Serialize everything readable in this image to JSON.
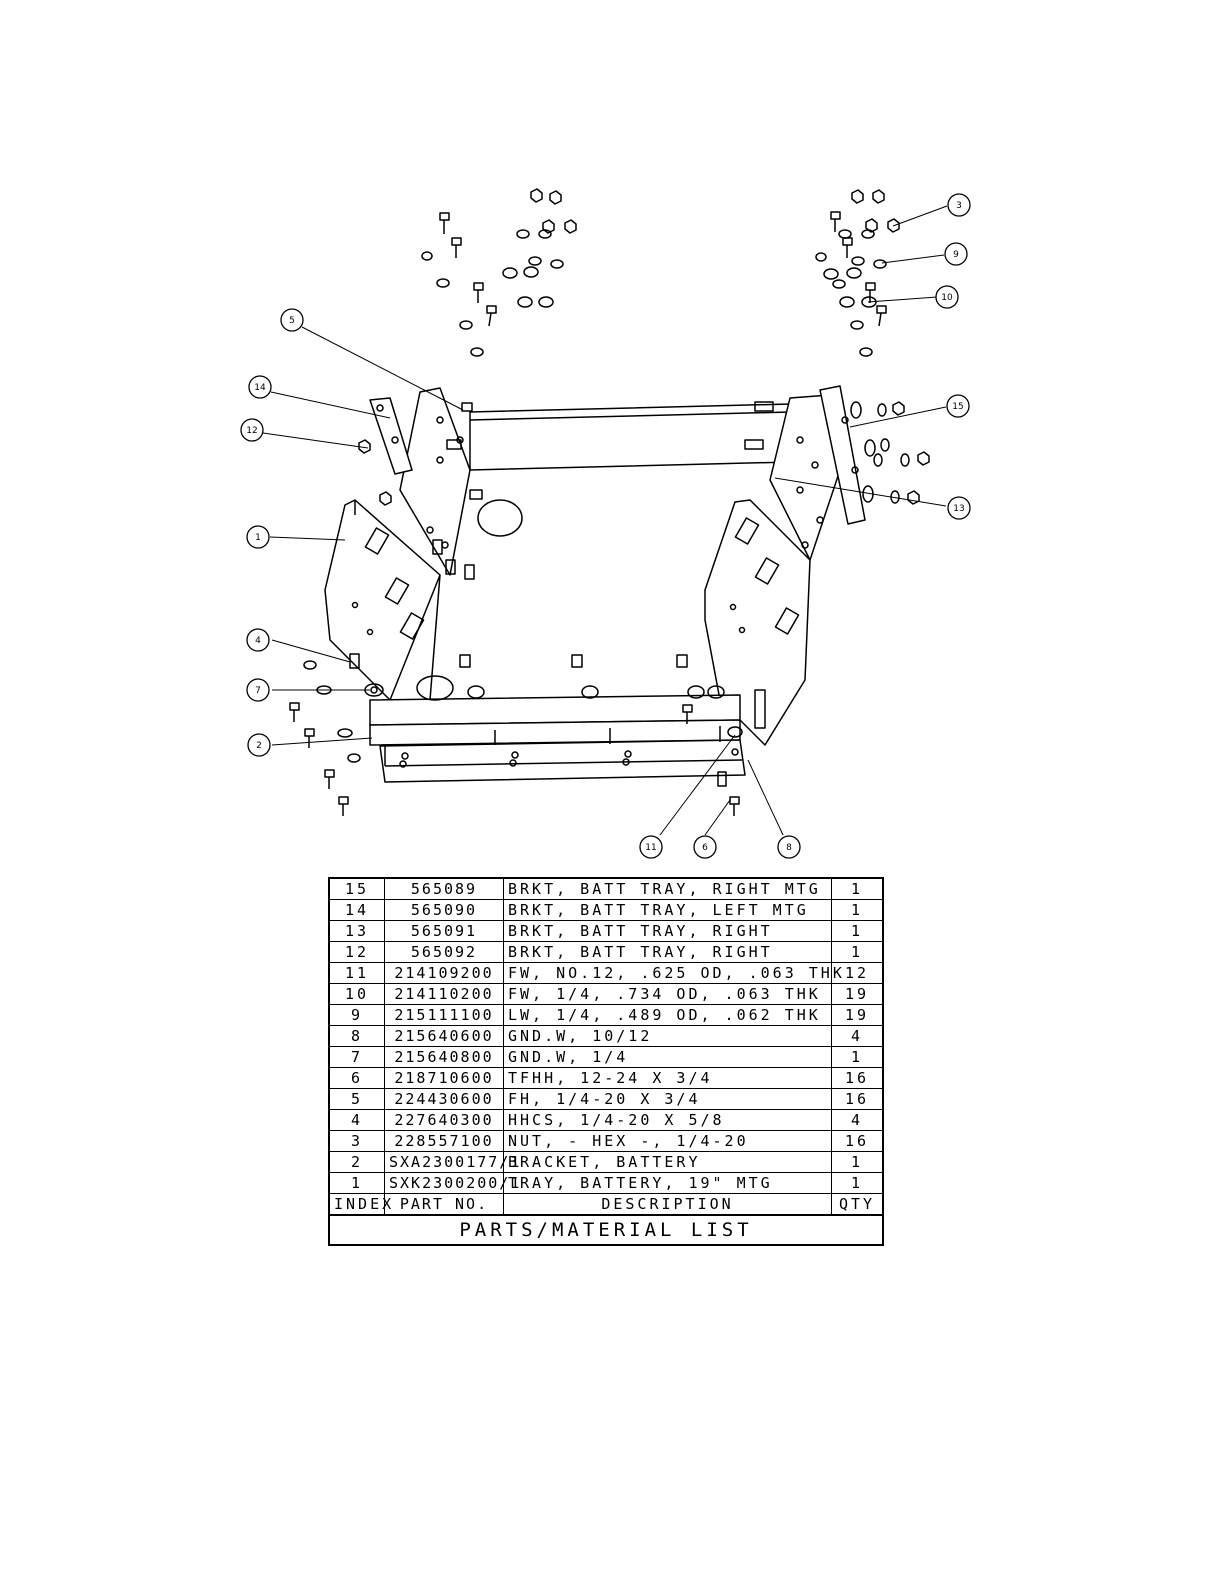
{
  "balloons": [
    "1",
    "2",
    "3",
    "4",
    "5",
    "6",
    "7",
    "8",
    "9",
    "10",
    "11",
    "12",
    "13",
    "14",
    "15"
  ],
  "parts_list": {
    "title": "PARTS/MATERIAL LIST",
    "headers": {
      "index": "INDEX",
      "part_no": "PART NO.",
      "description": "DESCRIPTION",
      "qty": "QTY"
    },
    "rows": [
      {
        "index": "15",
        "part_no": "565089",
        "description": "BRKT, BATT TRAY, RIGHT MTG",
        "qty": "1"
      },
      {
        "index": "14",
        "part_no": "565090",
        "description": "BRKT, BATT TRAY, LEFT MTG",
        "qty": "1"
      },
      {
        "index": "13",
        "part_no": "565091",
        "description": "BRKT, BATT TRAY, RIGHT",
        "qty": "1"
      },
      {
        "index": "12",
        "part_no": "565092",
        "description": "BRKT, BATT TRAY, RIGHT",
        "qty": "1"
      },
      {
        "index": "11",
        "part_no": "214109200",
        "description": "FW, NO.12, .625 OD, .063 THK",
        "qty": "12"
      },
      {
        "index": "10",
        "part_no": "214110200",
        "description": "FW, 1/4, .734 OD, .063 THK",
        "qty": "19"
      },
      {
        "index": "9",
        "part_no": "215111100",
        "description": "LW, 1/4, .489 OD, .062 THK",
        "qty": "19"
      },
      {
        "index": "8",
        "part_no": "215640600",
        "description": "GND.W, 10/12",
        "qty": "4"
      },
      {
        "index": "7",
        "part_no": "215640800",
        "description": "GND.W, 1/4",
        "qty": "1"
      },
      {
        "index": "6",
        "part_no": "218710600",
        "description": "TFHH, 12-24 X 3/4",
        "qty": "16"
      },
      {
        "index": "5",
        "part_no": "224430600",
        "description": "FH, 1/4-20 X 3/4",
        "qty": "16"
      },
      {
        "index": "4",
        "part_no": "227640300",
        "description": "HHCS, 1/4-20 X 5/8",
        "qty": "4"
      },
      {
        "index": "3",
        "part_no": "228557100",
        "description": "NUT, - HEX -, 1/4-20",
        "qty": "16"
      },
      {
        "index": "2",
        "part_no": "SXA2300177/1",
        "description": "BRACKET, BATTERY",
        "qty": "1"
      },
      {
        "index": "1",
        "part_no": "SXK2300200/1",
        "description": "TRAY, BATTERY, 19\" MTG",
        "qty": "1"
      }
    ]
  }
}
